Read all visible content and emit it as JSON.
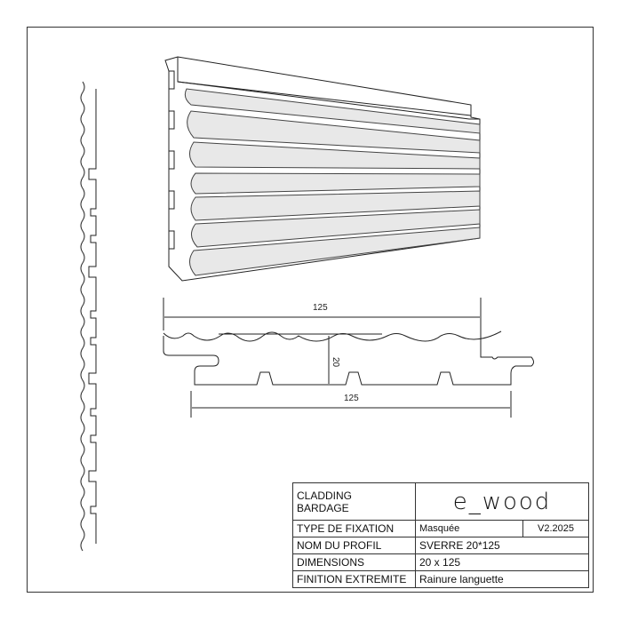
{
  "dimensions": {
    "top_width": "125",
    "bottom_width": "125",
    "thickness": "20"
  },
  "title_block": {
    "category_line1": "CLADDING",
    "category_line2": "BARDAGE",
    "logo": "e_wood",
    "fixation_label": "TYPE DE FIXATION",
    "fixation_value": "Masquée",
    "version": "V2.2025",
    "profile_label": "NOM DU PROFIL",
    "profile_value": "SVERRE 20*125",
    "dimensions_label": "DIMENSIONS",
    "dimensions_value": "20 x 125",
    "finish_label": "FINITION EXTREMITE",
    "finish_value": "Rainure languette"
  }
}
